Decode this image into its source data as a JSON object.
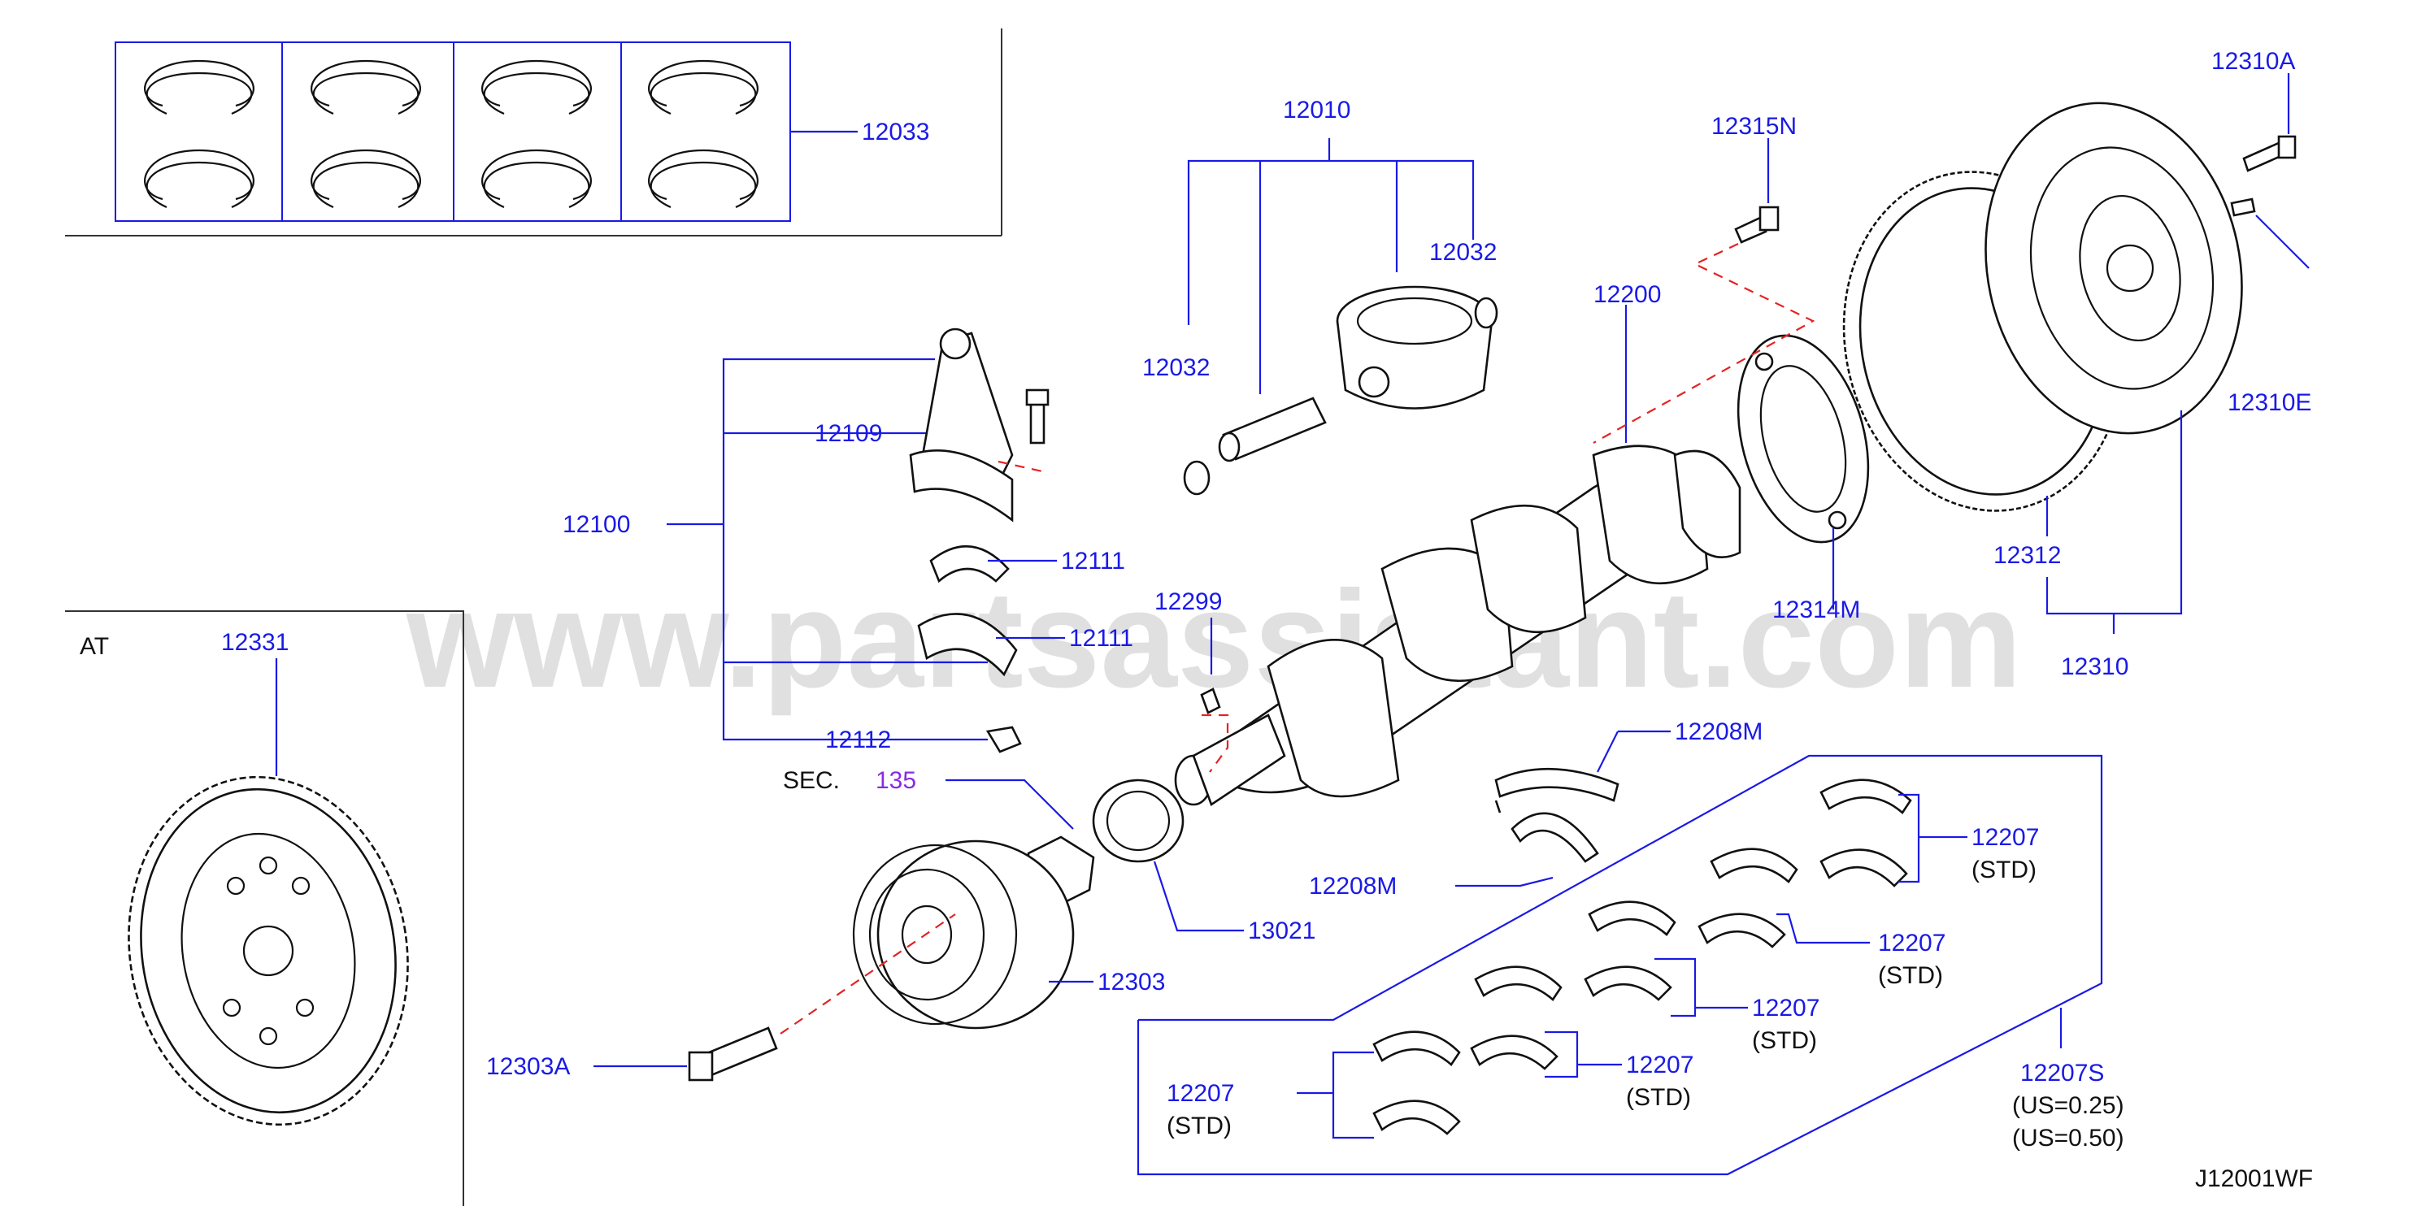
{
  "watermark": "www.partsassistant.com",
  "figure_code": "J12001WF",
  "section_ref": {
    "prefix": "SEC.",
    "number": "135"
  },
  "at_box_label": "AT",
  "labels": {
    "p12033": "12033",
    "p12010": "12010",
    "p12032_a": "12032",
    "p12032_b": "12032",
    "p12315N": "12315N",
    "p12310A": "12310A",
    "p12310E": "12310E",
    "p12200": "12200",
    "p12109": "12109",
    "p12100": "12100",
    "p12111_a": "12111",
    "p12111_b": "12111",
    "p12112": "12112",
    "p12299": "12299",
    "p12314M": "12314M",
    "p12312": "12312",
    "p12310": "12310",
    "p12331": "12331",
    "p12208M_a": "12208M",
    "p12208M_b": "12208M",
    "p13021": "13021",
    "p12303": "12303",
    "p12303A": "12303A",
    "p12207S": "12207S"
  },
  "bearing_groups": [
    {
      "part": "12207",
      "note": "(STD)"
    },
    {
      "part": "12207",
      "note": "(STD)"
    },
    {
      "part": "12207",
      "note": "(STD)"
    },
    {
      "part": "12207",
      "note": "(STD)"
    },
    {
      "part": "12207",
      "note": "(STD)"
    }
  ],
  "oversize_notes": [
    "(US=0.25)",
    "(US=0.50)"
  ],
  "colors": {
    "label_blue": "#1a1ae6",
    "section_purple": "#8a2be2",
    "dash_red": "#e62222",
    "ink": "#111111"
  }
}
